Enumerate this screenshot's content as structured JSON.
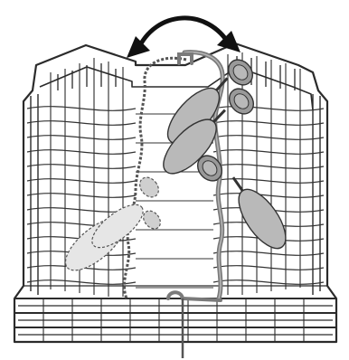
{
  "figure": {
    "subject": "dishwasher-upper-basket-glass-rack",
    "motion_indicator": "double-headed-curved-arrow",
    "rack_states": [
      "folded-left",
      "folded-right"
    ],
    "colors": {
      "background": "#ffffff",
      "wire": "#2b2b2b",
      "wire_light": "#444444",
      "arrow": "#111111",
      "glass_body": "#b9b9b9",
      "glass_stroke": "#333333",
      "rack_solid": "#7a7a7a",
      "rack_solid_highlight": "#b5b5b5",
      "ghost_fill": "#e6e6e6",
      "ghost_stroke": "#555555"
    }
  }
}
